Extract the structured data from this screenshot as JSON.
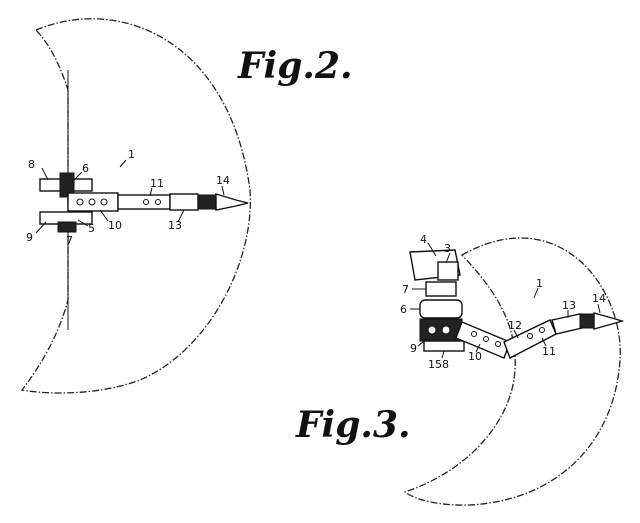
{
  "figures": [
    {
      "title": "Fig.2.",
      "labels": [
        "8",
        "6",
        "1",
        "11",
        "14",
        "9",
        "5",
        "7",
        "10",
        "13"
      ]
    },
    {
      "title": "Fig.3.",
      "labels": [
        "4",
        "3",
        "7",
        "6",
        "1",
        "13",
        "14",
        "12",
        "9",
        "158",
        "10",
        "11"
      ]
    }
  ]
}
